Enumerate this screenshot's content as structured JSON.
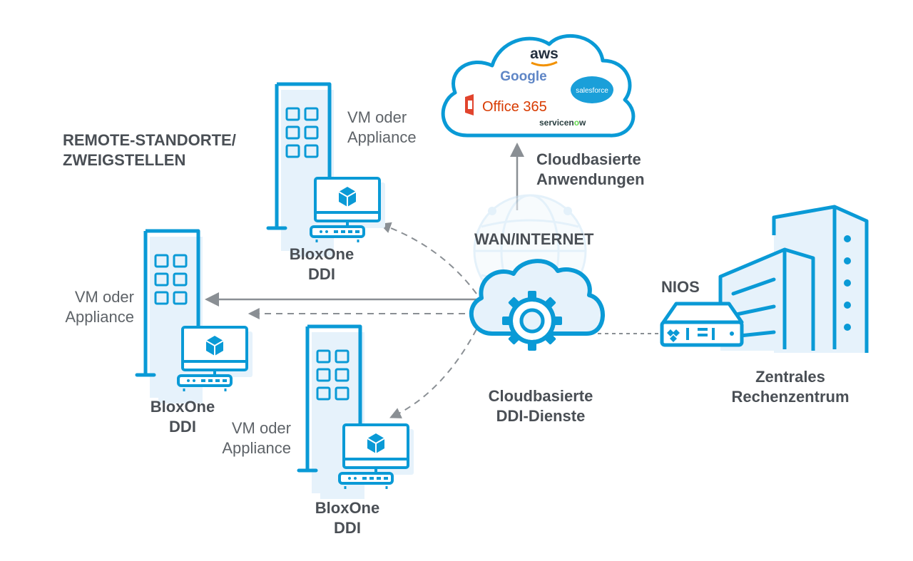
{
  "colors": {
    "accent_blue": "#0a9ad6",
    "light_fill": "#e6f2fb",
    "arrow_gray": "#8a8f94",
    "text_dark": "#4a4f55",
    "text_gray": "#5e6368"
  },
  "remote_sites_title": [
    "REMOTE-STANDORTE/",
    "ZWEIGSTELLEN"
  ],
  "vm_label": [
    "VM oder",
    "Appliance"
  ],
  "bloxone_label": [
    "BloxOne",
    "DDI"
  ],
  "wan_label": "WAN/INTERNET",
  "cloud_apps_label": [
    "Cloudbasierte",
    "Anwendungen"
  ],
  "cloud_ddi_label": [
    "Cloudbasierte",
    "DDI-Dienste"
  ],
  "nios_label": "NIOS",
  "datacenter_label": [
    "Zentrales",
    "Rechenzentrum"
  ],
  "cloud_app_logos": {
    "aws": "aws",
    "google": "Google",
    "salesforce": "salesforce",
    "office": "Office 365",
    "servicenow_a": "servicen",
    "servicenow_b": "w"
  },
  "icons": [
    "building-icon",
    "monitor-icon",
    "cube-icon",
    "router-icon",
    "cloud-gear-icon",
    "globe-icon",
    "server-appliance-icon",
    "datacenter-icon",
    "public-cloud-icon"
  ]
}
